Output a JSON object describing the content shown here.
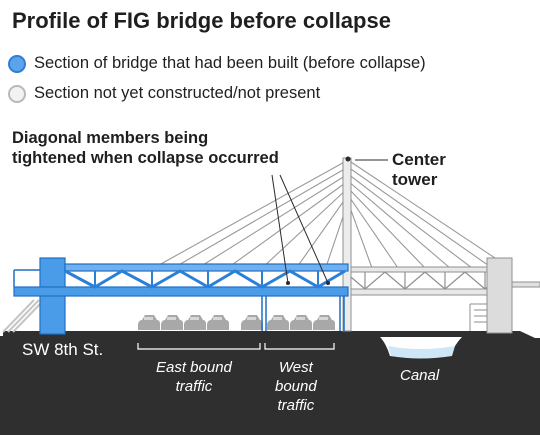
{
  "title": "Profile of FIG bridge before collapse",
  "legend": [
    {
      "label": "Section of bridge that had been built (before collapse)",
      "swatch_fill": "#5ba4ea",
      "swatch_stroke": "#2f7fd6"
    },
    {
      "label": "Section not yet constructed/not present",
      "swatch_fill": "#f2f2f2",
      "swatch_stroke": "#b9b9b9"
    }
  ],
  "annotations": {
    "diagonal_members_line1": "Diagonal members being",
    "diagonal_members_line2": "tightened when collapse occurred",
    "center_tower_line1": "Center",
    "center_tower_line2": "tower"
  },
  "ground_labels": {
    "street": "SW 8th St.",
    "east_line1": "East bound",
    "east_line2": "traffic",
    "west_line1": "West",
    "west_line2": "bound",
    "west_line3": "traffic",
    "canal": "Canal"
  },
  "colors": {
    "built": "#4a9be8",
    "built_dark": "#1f6fc5",
    "unbuilt": "#d9d9d9",
    "unbuilt_edge": "#9a9a9a",
    "ground": "#2f2f2f",
    "water": "#cfe6f7",
    "car": "#a8a8a8",
    "text": "#1f1f1f"
  }
}
